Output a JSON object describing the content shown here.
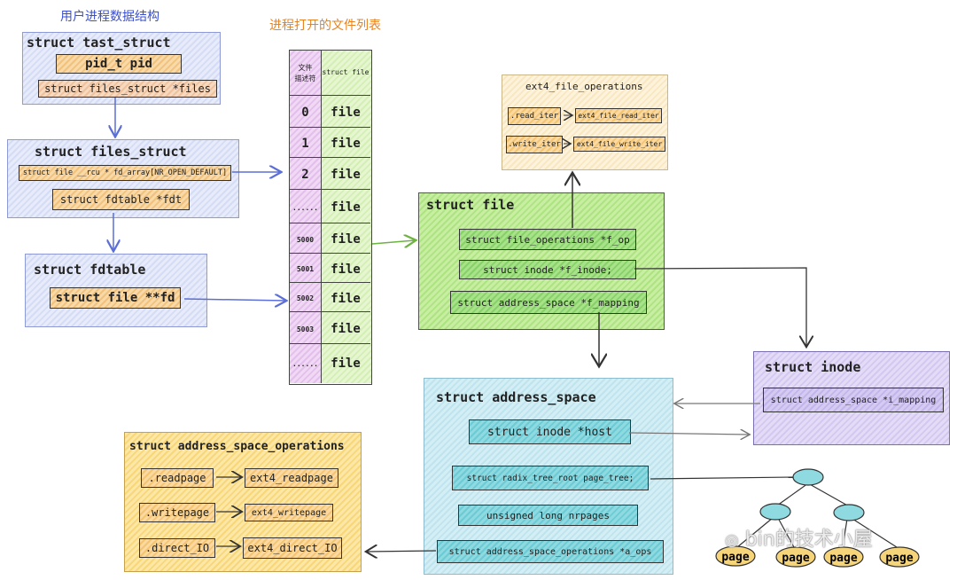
{
  "labels": {
    "user_process": "用户进程数据结构",
    "open_file_list": "进程打开的文件列表"
  },
  "task_struct": {
    "title": "struct   tast_struct",
    "pid": "pid_t   pid",
    "files": "struct   files_struct *files"
  },
  "files_struct": {
    "title": "struct  files_struct",
    "fd_array": "struct file __rcu * fd_array[NR_OPEN_DEFAULT]",
    "fdt": "struct fdtable *fdt"
  },
  "fdtable": {
    "title": "struct  fdtable",
    "fd": "struct file **fd"
  },
  "fd_table": {
    "header_fd": "文件\n描述符",
    "header_file": "struct file",
    "rows": [
      {
        "fd": "0",
        "file": "file"
      },
      {
        "fd": "1",
        "file": "file"
      },
      {
        "fd": "2",
        "file": "file"
      },
      {
        "fd": "......",
        "file": "file"
      },
      {
        "fd": "5000",
        "file": "file"
      },
      {
        "fd": "5001",
        "file": "file"
      },
      {
        "fd": "5002",
        "file": "file"
      },
      {
        "fd": "5003",
        "file": "file"
      },
      {
        "fd": "......",
        "file": "file"
      }
    ]
  },
  "ext4_file_operations": {
    "title": "ext4_file_operations",
    "read_iter": ".read_iter",
    "ext4_read": "ext4_file_read_iter",
    "write_iter": ".write_iter",
    "ext4_write": "ext4_file_write_iter"
  },
  "struct_file": {
    "title": "struct  file",
    "f_op": "struct file_operations   *f_op",
    "f_inode": "struct inode   *f_inode;",
    "f_mapping": "struct address_space   *f_mapping"
  },
  "inode": {
    "title": "struct  inode",
    "i_mapping": "struct address_space   *i_mapping"
  },
  "address_space": {
    "title": "struct  address_space",
    "host": "struct  inode   *host",
    "page_tree": "struct radix_tree_root  page_tree;",
    "nrpages": "unsigned long   nrpages",
    "a_ops": "struct address_space_operations *a_ops"
  },
  "aops": {
    "title": "struct address_space_operations",
    "readpage": ".readpage",
    "ext4_readpage": "ext4_readpage",
    "writepage": ".writepage",
    "ext4_writepage": "ext4_writepage",
    "direct_io": ".direct_IO",
    "ext4_direct_io": "ext4_direct_IO"
  },
  "tree": {
    "page_label": "page"
  },
  "watermark": "bin的技术小屋",
  "colors": {
    "blue_arrow": "#5b6fd6",
    "green_arrow": "#6db33f",
    "dark_arrow": "#333333",
    "gray_arrow": "#777777",
    "label_blue": "#3a4fd1",
    "label_orange": "#e8821e"
  }
}
